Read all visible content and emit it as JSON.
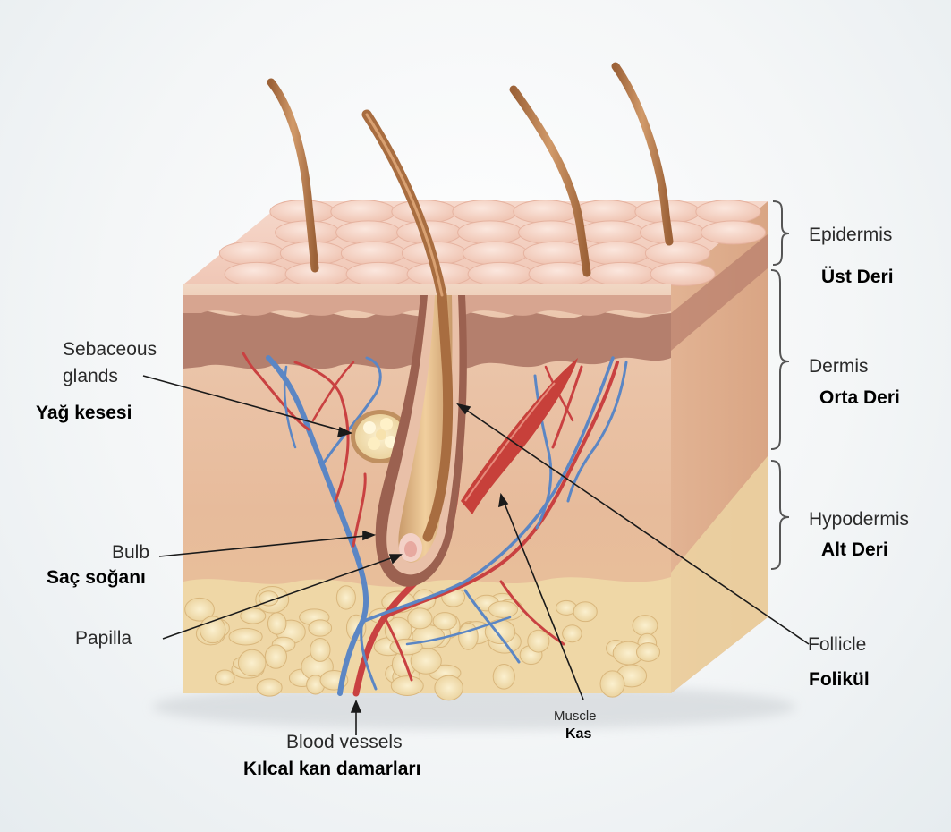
{
  "labels": {
    "epidermis": "Epidermis",
    "epidermis_tr": "Üst Deri",
    "dermis": "Dermis",
    "dermis_tr": "Orta Deri",
    "hypodermis": "Hypodermis",
    "hypodermis_tr": "Alt Deri",
    "sebaceous_line1": "Sebaceous",
    "sebaceous_line2": "glands",
    "sebaceous_tr": "Yağ kesesi",
    "bulb": "Bulb",
    "bulb_tr": "Saç soğanı",
    "papilla": "Papilla",
    "follicle": "Follicle",
    "follicle_tr": "Folikül",
    "muscle": "Muscle",
    "muscle_tr": "Kas",
    "blood_vessels": "Blood vessels",
    "blood_vessels_tr": "Kılcal kan damarları"
  },
  "colors": {
    "skin_top": "#f3d0c0",
    "dermis": "#e8bfa0",
    "epidermis_band": "#b07a6a",
    "fat": "#f2dcae",
    "vein": "#5b86c4",
    "artery": "#c94141",
    "hair": "#b77a4c",
    "muscle": "#c7403a"
  }
}
